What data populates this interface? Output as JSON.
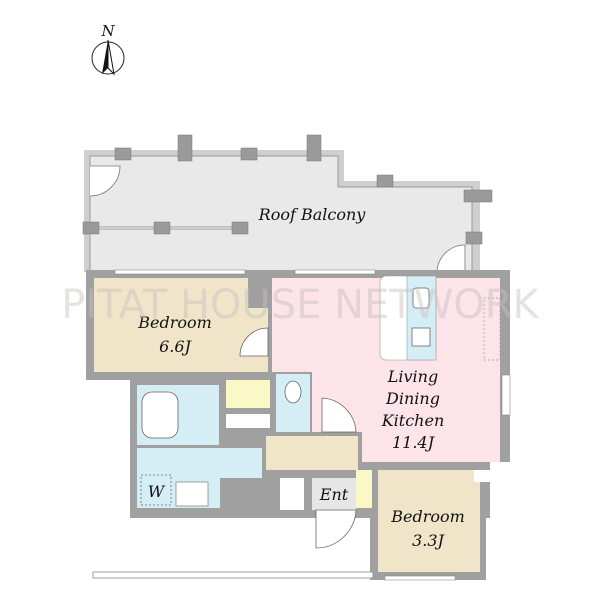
{
  "compass": {
    "label": "N"
  },
  "watermark": "PITAT HOUSE NETWORK",
  "rooms": {
    "roof_balcony": {
      "name": "Roof Balcony"
    },
    "bedroom_main": {
      "name": "Bedroom",
      "size": "6.6J"
    },
    "ldk": {
      "line1": "Living",
      "line2": "Dining",
      "line3": "Kitchen",
      "size": "11.4J"
    },
    "bedroom_small": {
      "name": "Bedroom",
      "size": "3.3J"
    },
    "entrance": {
      "name": "Ent"
    },
    "washer": {
      "name": "W"
    }
  },
  "colors": {
    "wall": "#a0a0a0",
    "balcony": "#e9e9e9",
    "bedroom": "#f0e5c9",
    "ldk": "#fde4e8",
    "wet": "#d5edf5",
    "storage": "#fbf8c8",
    "entrance": "#e6e6e6"
  }
}
